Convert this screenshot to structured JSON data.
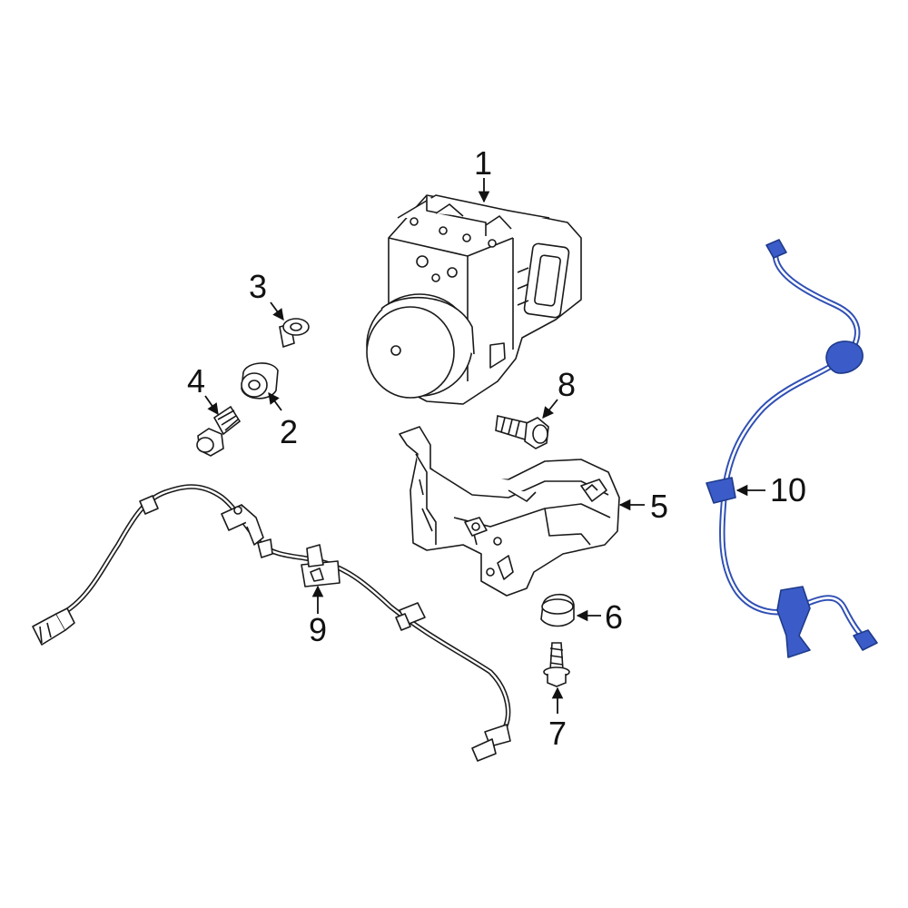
{
  "diagram": {
    "callouts": [
      {
        "id": "1",
        "label": "1"
      },
      {
        "id": "2",
        "label": "2"
      },
      {
        "id": "3",
        "label": "3"
      },
      {
        "id": "4",
        "label": "4"
      },
      {
        "id": "5",
        "label": "5"
      },
      {
        "id": "6",
        "label": "6"
      },
      {
        "id": "7",
        "label": "7"
      },
      {
        "id": "8",
        "label": "8"
      },
      {
        "id": "9",
        "label": "9"
      },
      {
        "id": "10",
        "label": "10"
      }
    ],
    "colors": {
      "line": "#1a1a1a",
      "highlight": "#2f4fb4",
      "highlight_fill": "#3b5cc8",
      "background": "#ffffff"
    }
  }
}
